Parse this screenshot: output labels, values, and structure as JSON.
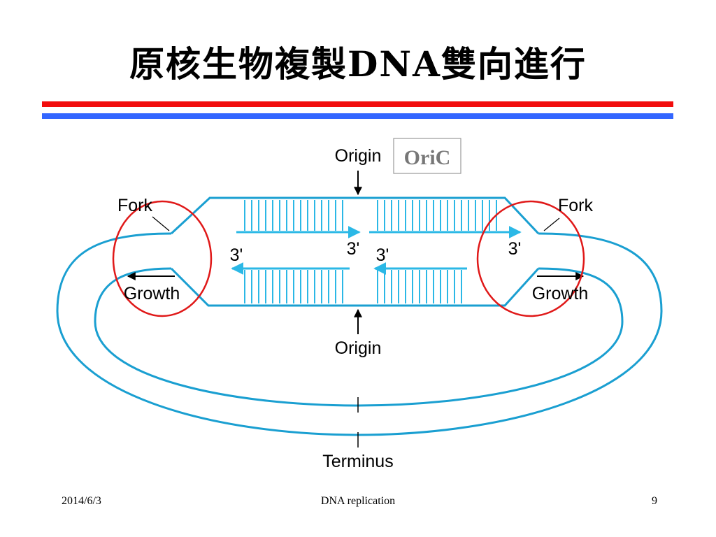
{
  "slide": {
    "title": "原核生物複製DNA雙向進行",
    "footer_date": "2014/6/3",
    "footer_topic": "DNA replication",
    "page_number": "9"
  },
  "diagram": {
    "oric_box": "OriC",
    "origin_top": "Origin",
    "origin_bottom": "Origin",
    "terminus": "Terminus",
    "fork_left": "Fork",
    "fork_right": "Fork",
    "growth_left": "Growth",
    "growth_right": "Growth",
    "prime_ul": "3'",
    "prime_ucenter": "3'",
    "prime_lcenter": "3'",
    "prime_ur": "3'",
    "colors": {
      "strand": "#1a9fd1",
      "new_strand": "#2bb8e6",
      "highlight_circle": "#e01919",
      "title_rule_red": "#f20d0d",
      "title_rule_blue": "#3366ff"
    }
  }
}
